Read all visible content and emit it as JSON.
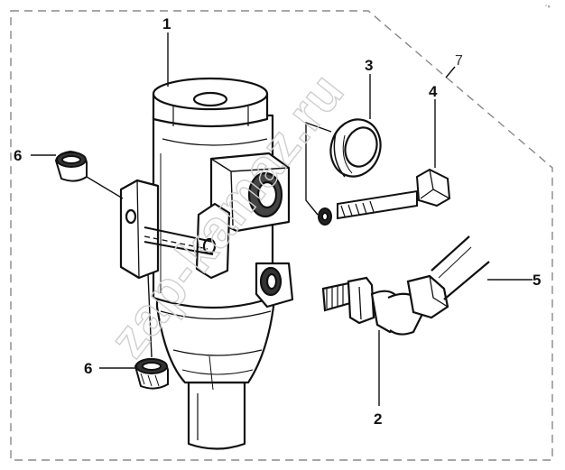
{
  "callouts": {
    "c1": "1",
    "c2": "2",
    "c3": "3",
    "c4": "4",
    "c5": "5",
    "c6a": "6",
    "c6b": "6",
    "c7": "7"
  },
  "watermark": "zap-kamaz.ru",
  "corner_mark": "´°"
}
